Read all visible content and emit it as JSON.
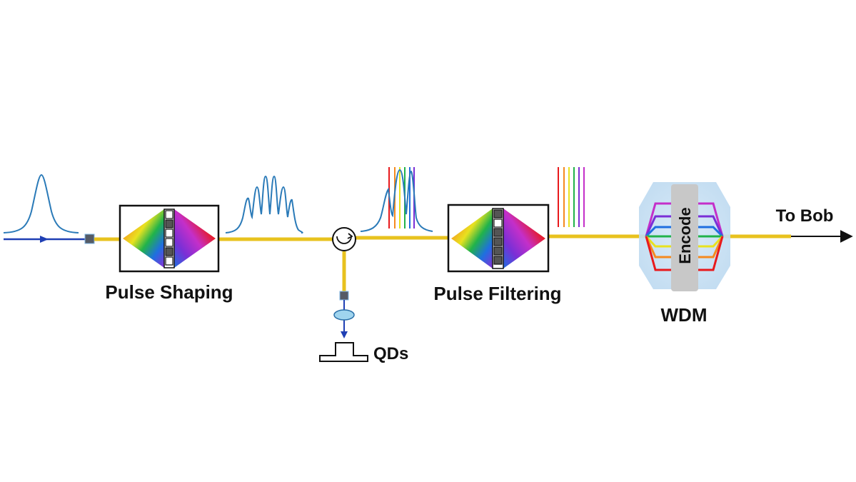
{
  "labels": {
    "pulse_shaping": "Pulse Shaping",
    "pulse_filtering": "Pulse Filtering",
    "qds": "QDs",
    "wdm": "WDM",
    "encode": "Encode",
    "to_bob": "To Bob"
  },
  "colors": {
    "fiber": "#e8c21e",
    "signal_blue": "#1f3fb4",
    "pulse_curve": "#2a7ab8",
    "connector": "#555b66",
    "box_stroke": "#111111",
    "encode_bar": "#c8c8c8",
    "wdm_glow": "#bcd9f0",
    "channels": [
      "#e8191c",
      "#f58a1f",
      "#e8e21f",
      "#21b34a",
      "#1f6fe0",
      "#7a2fd6",
      "#c42fc9"
    ]
  },
  "icons": {
    "spatial_light_modulator": "pulse-shaper-icon",
    "circulator": "circulator-icon",
    "lens": "lens-icon",
    "sample": "quantum-dot-sample-icon"
  }
}
